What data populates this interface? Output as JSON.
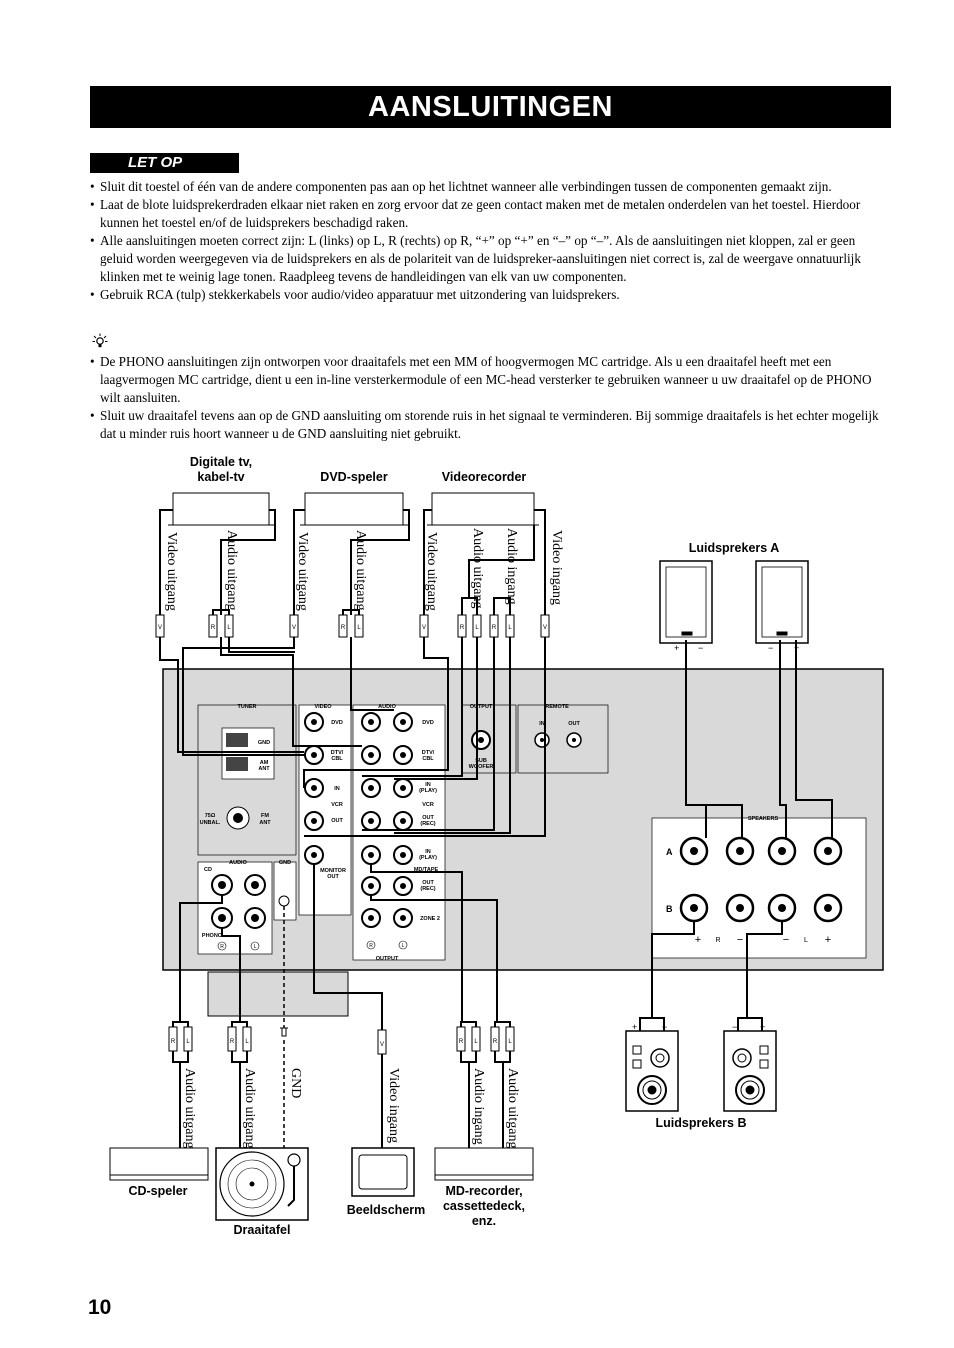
{
  "header": {
    "title": "AANSLUITINGEN"
  },
  "caution": {
    "label": "LET OP",
    "items": [
      "Sluit dit toestel of één van de andere componenten pas aan op het lichtnet wanneer alle verbindingen tussen de componenten gemaakt zijn.",
      "Laat de blote luidsprekerdraden elkaar niet raken en zorg ervoor dat ze geen contact maken met de metalen onderdelen van het toestel. Hierdoor kunnen het toestel en/of de luidsprekers beschadigd raken.",
      "Alle aansluitingen moeten correct zijn: L (links) op L, R (rechts) op R, “+” op “+” en “–” op “–”. Als de aansluitingen niet kloppen, zal er geen geluid worden weergegeven via de luidsprekers en als de polariteit van de luidspreker-aansluitingen niet correct is, zal de weergave onnatuurlijk klinken met te weinig lage tonen. Raadpleeg tevens de handleidingen van elk van uw componenten.",
      "Gebruik RCA (tulp) stekkerkabels voor audio/video apparatuur met uitzondering van luidsprekers."
    ]
  },
  "tips": {
    "icon": "lightbulb-icon",
    "items": [
      "De PHONO aansluitingen zijn ontworpen voor draaitafels met een MM of hoogvermogen MC cartridge. Als u een draaitafel heeft met een laagvermogen MC cartridge, dient u een in-line versterkermodule of een MC-head versterker te gebruiken wanneer u uw draaitafel op de PHONO wilt aansluiten.",
      "Sluit uw draaitafel tevens aan op de GND aansluiting om storende ruis in het signaal te verminderen. Bij sommige draaitafels is het echter mogelijk dat u minder ruis hoort wanneer u de GND aansluiting niet gebruikt."
    ]
  },
  "diagram": {
    "devices": {
      "digital_tv_line1": "Digitale tv,",
      "digital_tv_line2": "kabel-tv",
      "dvd": "DVD-speler",
      "vcr": "Videorecorder",
      "speakers_a": "Luidsprekers A",
      "speakers_b": "Luidsprekers B",
      "cd": "CD-speler",
      "turntable": "Draaitafel",
      "monitor": "Beeldscherm",
      "md_line1": "MD-recorder,",
      "md_line2": "cassettedeck,",
      "md_line3": "enz."
    },
    "cables": {
      "video_out": "Video uitgang",
      "audio_out": "Audio uitgang",
      "audio_in": "Audio ingang",
      "video_in": "Video ingang",
      "gnd": "GND"
    },
    "plugs": {
      "r": "R",
      "l": "L",
      "v": "V"
    },
    "panel": {
      "tuner": "TUNER",
      "video": "VIDEO",
      "audio": "AUDIO",
      "output": "OUTPUT",
      "remote": "REMOTE",
      "gnd": "GND",
      "am_ant_1": "AM",
      "am_ant_2": "ANT",
      "fm_ant_1": "FM",
      "fm_ant_2": "ANT",
      "ohm_1": "75Ω",
      "ohm_2": "UNBAL.",
      "dvd": "DVD",
      "dtv_1": "DTV/",
      "dtv_2": "CBL",
      "in": "IN",
      "vcr": "VCR",
      "out": "OUT",
      "monitor_1": "MONITOR",
      "monitor_2": "OUT",
      "in_play_1": "IN",
      "in_play_2": "(PLAY)",
      "out_rec_1": "OUT",
      "out_rec_2": "(REC)",
      "mdtape": "MD/TAPE",
      "zone2": "ZONE 2",
      "sub_1": "SUB",
      "sub_2": "WOOFER",
      "rem_in": "IN",
      "rem_out": "OUT",
      "cd": "CD",
      "phono": "PHONO",
      "speakers": "SPEAKERS",
      "row_a": "A",
      "row_b": "B",
      "r_mark": "R",
      "l_mark": "L",
      "plus": "+",
      "minus": "−"
    }
  },
  "footer": {
    "page_number": "10"
  }
}
